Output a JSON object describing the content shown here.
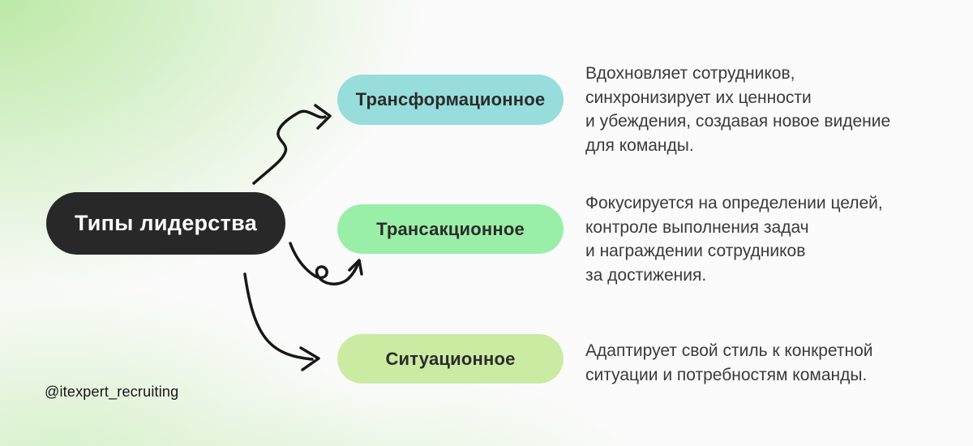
{
  "root_node": {
    "label": "Типы лидерства",
    "bg": "#282828",
    "text_color": "#ffffff"
  },
  "branches": [
    {
      "label": "Трансформационное",
      "pill_bg": "#96dddb",
      "description": "Вдохновляет сотрудников,\nсинхронизирует их ценности\nи убеждения, создавая новое видение\nдля команды."
    },
    {
      "label": "Трансакционное",
      "pill_bg": "#9aefa8",
      "description": "Фокусируется на определении целей,\nконтроле выполнения задач\nи награждении сотрудников\nза достижения."
    },
    {
      "label": "Ситуационное",
      "pill_bg": "#cbeba3",
      "description": "Адаптирует свой стиль к конкретной\nситуации и потребностям команды."
    }
  ],
  "arrows": {
    "color": "#171717"
  },
  "footer": {
    "watermark": "@itexpert_recruiting"
  }
}
